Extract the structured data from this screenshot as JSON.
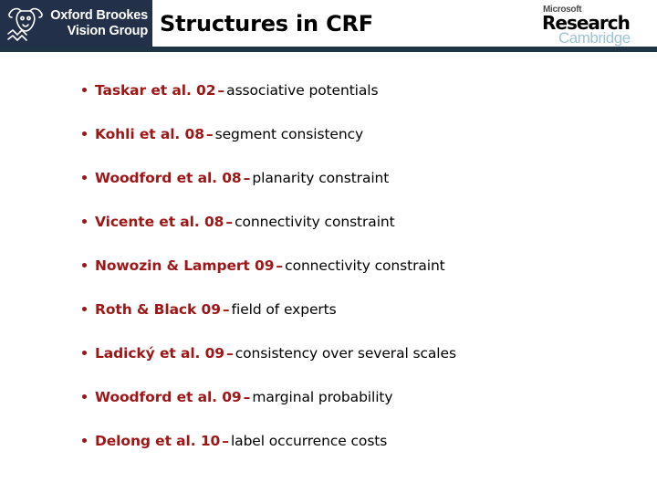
{
  "header": {
    "title": "Structures in CRF",
    "left_logo": {
      "line1": "Oxford Brookes",
      "line2": "Vision Group",
      "mark_name": "ox-head-and-waves-icon",
      "plate_color": "#23304a",
      "text_color": "#ffffff"
    },
    "right_logo": {
      "microsoft": "Microsoft",
      "research": "Research",
      "cambridge": "Cambridge",
      "cambridge_color": "#9dc3d4",
      "research_color": "#000000"
    },
    "rule_color": "#1e3545"
  },
  "colors": {
    "citation_red": "#9e1616",
    "body_black": "#000000",
    "background": "#ffffff"
  },
  "content": {
    "bullets": [
      {
        "citation": "Taskar et al. 02",
        "dash": "–",
        "description": "associative potentials"
      },
      {
        "citation": "Kohli et al. 08",
        "dash": "–",
        "description": "segment consistency"
      },
      {
        "citation": "Woodford et al. 08",
        "dash": "–",
        "description": "planarity constraint"
      },
      {
        "citation": "Vicente et al. 08",
        "dash": "–",
        "description": "connectivity constraint"
      },
      {
        "citation": "Nowozin & Lampert 09",
        "dash": "–",
        "description": "connectivity constraint"
      },
      {
        "citation": "Roth & Black 09",
        "dash": "–",
        "description": "field of experts"
      },
      {
        "citation": "Ladický et al. 09",
        "dash": "–",
        "description": "consistency over several scales"
      },
      {
        "citation": "Woodford et al. 09",
        "dash": "–",
        "description": "marginal probability"
      },
      {
        "citation": "Delong et al. 10",
        "dash": "–",
        "description": "label occurrence costs"
      }
    ]
  }
}
